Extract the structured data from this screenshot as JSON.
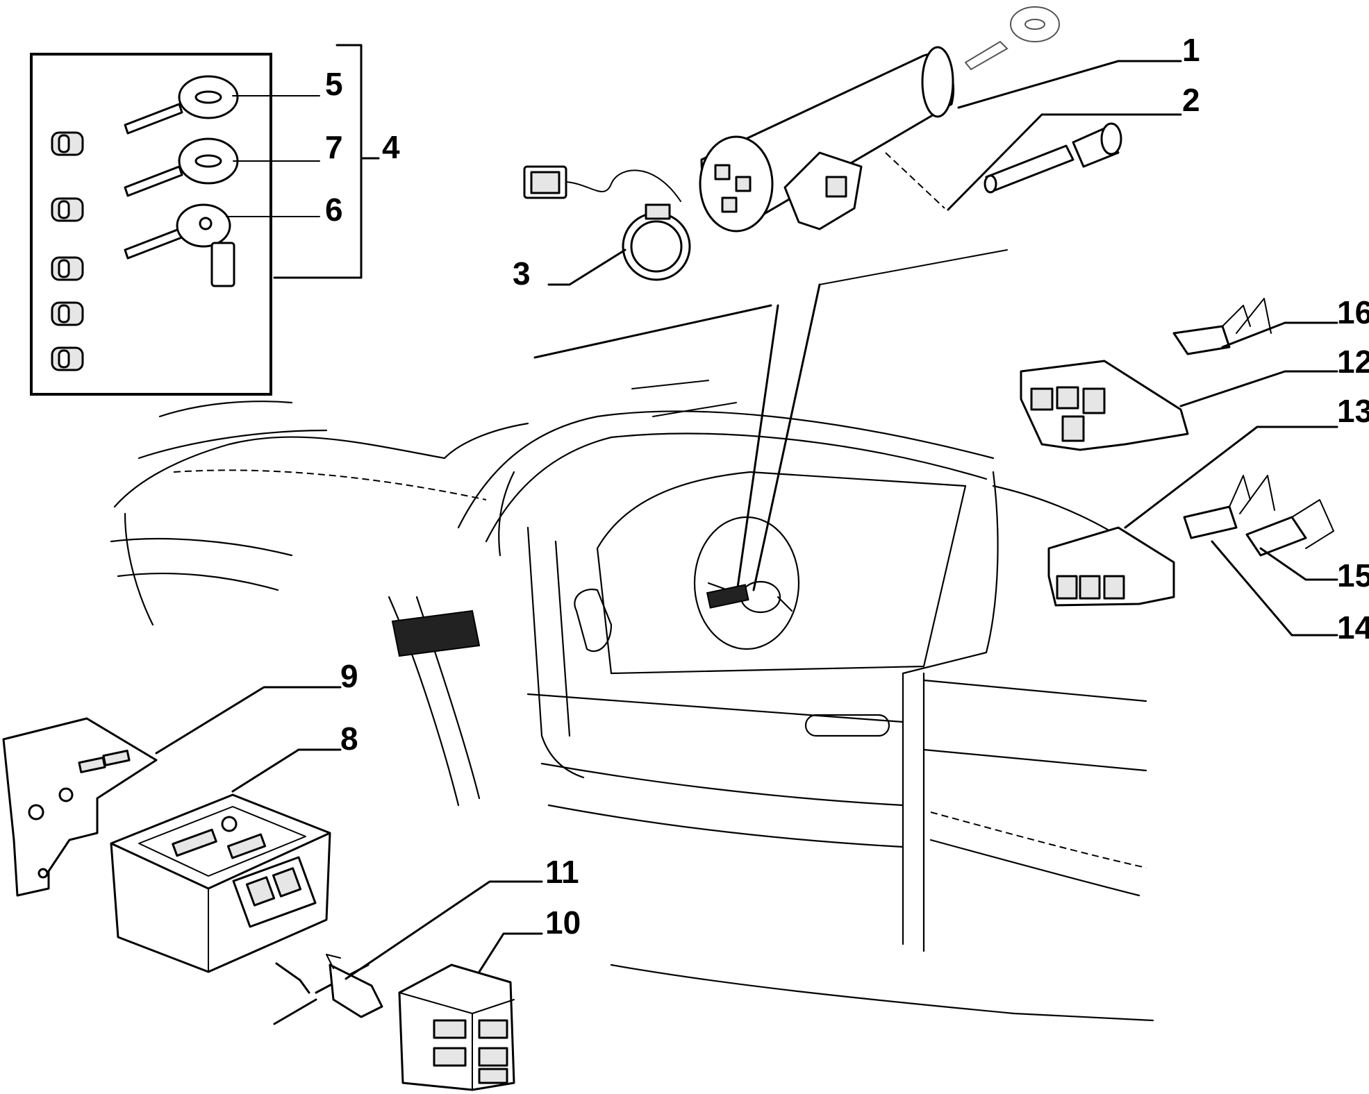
{
  "callouts": {
    "c1": "1",
    "c2": "2",
    "c3": "3",
    "c4": "4",
    "c5": "5",
    "c6": "6",
    "c7": "7",
    "c8": "8",
    "c9": "9",
    "c10": "10",
    "c11": "11",
    "c12": "12",
    "c13": "13",
    "c14": "14",
    "c15": "15",
    "c16": "16"
  },
  "colors": {
    "line": "#000000",
    "background": "#ffffff"
  },
  "icons": [
    "key-icon",
    "lock-cylinder-icon",
    "ignition-switch-icon",
    "control-unit-icon",
    "connector-icon",
    "terminal-icon",
    "bracket-icon",
    "antenna-ring-icon",
    "screw-icon"
  ]
}
